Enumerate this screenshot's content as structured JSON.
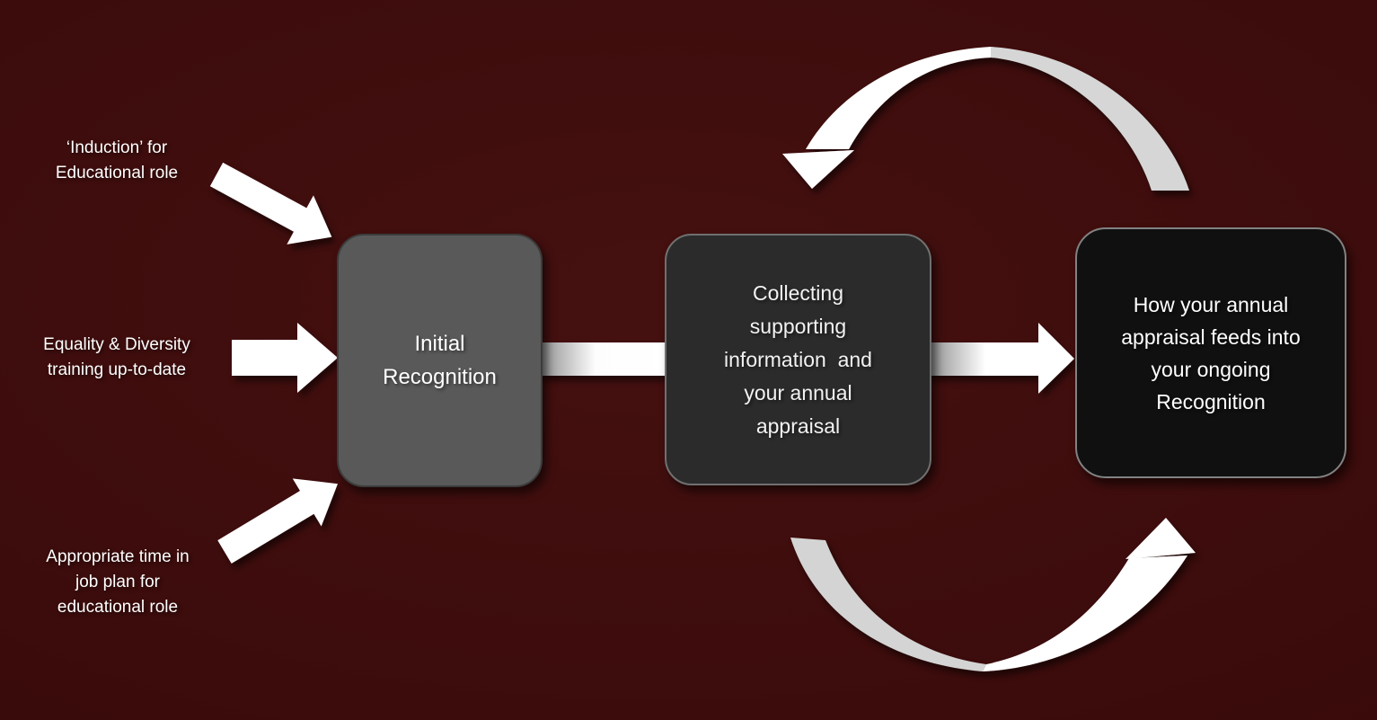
{
  "title": "Educational role recognition process diagram",
  "background_color": "#3b0b0b",
  "inputs": [
    {
      "id": "induction",
      "label": "‘Induction’ for\nEducational role"
    },
    {
      "id": "equality",
      "label": "Equality & Diversity\ntraining up-to-date"
    },
    {
      "id": "jobplan",
      "label": "Appropriate time in\njob plan for\neducational role"
    }
  ],
  "nodes": [
    {
      "id": "initial-recognition",
      "label": "Initial\nRecognition",
      "fill": "#595959"
    },
    {
      "id": "collecting-appraisal",
      "label": "Collecting\nsupporting\ninformation  and\nyour annual\nappraisal",
      "fill": "#2b2b2b"
    },
    {
      "id": "ongoing-recognition",
      "label": "How your annual\nappraisal feeds into\nyour ongoing\nRecognition",
      "fill": "#101010"
    }
  ],
  "connections": [
    {
      "from": "induction",
      "to": "initial-recognition",
      "type": "block-arrow",
      "color": "#ffffff"
    },
    {
      "from": "equality",
      "to": "initial-recognition",
      "type": "block-arrow",
      "color": "#ffffff"
    },
    {
      "from": "jobplan",
      "to": "initial-recognition",
      "type": "block-arrow",
      "color": "#ffffff"
    },
    {
      "from": "initial-recognition",
      "to": "collecting-appraisal",
      "type": "straight-band",
      "gradient": [
        "#8a8a8a",
        "#ffffff"
      ]
    },
    {
      "from": "collecting-appraisal",
      "to": "ongoing-recognition",
      "type": "straight-arrow",
      "gradient": [
        "#8a8a8a",
        "#ffffff"
      ]
    },
    {
      "from": "ongoing-recognition",
      "to": "collecting-appraisal",
      "type": "curved-arrow-top",
      "tail_color": "#d6d6d6",
      "head_color": "#ffffff"
    },
    {
      "from": "collecting-appraisal",
      "to": "ongoing-recognition",
      "type": "curved-arrow-bottom",
      "tail_color": "#d4d4d4",
      "head_color": "#ffffff"
    }
  ]
}
